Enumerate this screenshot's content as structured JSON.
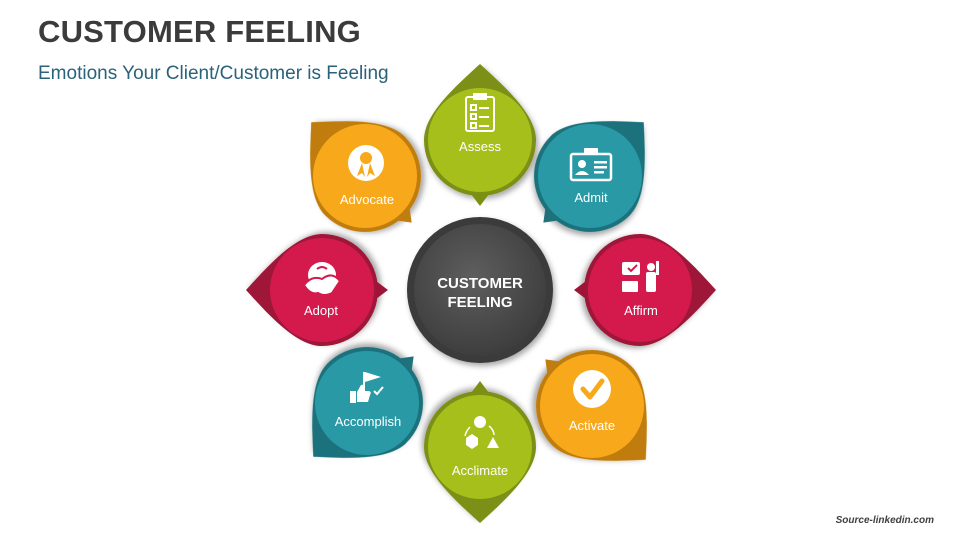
{
  "title": "CUSTOMER FEELING",
  "subtitle": "Emotions Your Client/Customer is Feeling",
  "center": {
    "line1": "CUSTOMER",
    "line2": "FEELING"
  },
  "items": [
    {
      "label": "Assess",
      "icon": "checklist-icon",
      "color": "#a7bf1b",
      "ring": "#7c8f13"
    },
    {
      "label": "Admit",
      "icon": "id-card-icon",
      "color": "#2999a6",
      "ring": "#1f727c"
    },
    {
      "label": "Affirm",
      "icon": "presentation-icon",
      "color": "#d41a4c",
      "ring": "#9e1438"
    },
    {
      "label": "Activate",
      "icon": "checkmark-icon",
      "color": "#f7a81b",
      "ring": "#c07d10"
    },
    {
      "label": "Acclimate",
      "icon": "cycle-shapes-icon",
      "color": "#a7bf1b",
      "ring": "#7c8f13"
    },
    {
      "label": "Accomplish",
      "icon": "flag-thumbs-icon",
      "color": "#2999a6",
      "ring": "#1f727c"
    },
    {
      "label": "Adopt",
      "icon": "handshake-icon",
      "color": "#d41a4c",
      "ring": "#9e1438"
    },
    {
      "label": "Advocate",
      "icon": "award-ribbon-icon",
      "color": "#f7a81b",
      "ring": "#c07d10"
    }
  ],
  "source": "Source-linkedin.com"
}
